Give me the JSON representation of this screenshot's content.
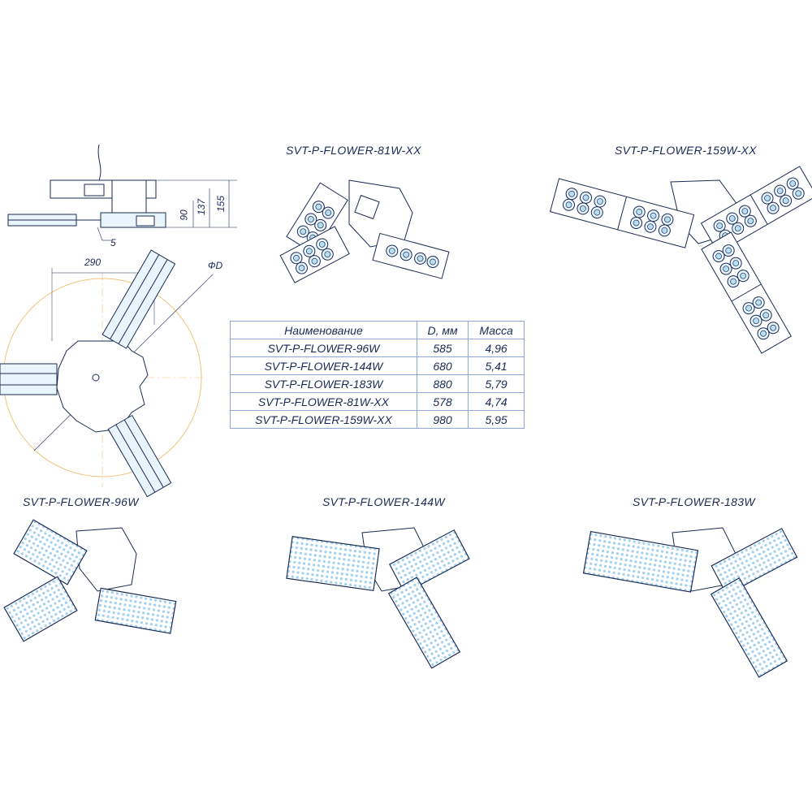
{
  "titles": {
    "m81": "SVT-P-FLOWER-81W-XX",
    "m159": "SVT-P-FLOWER-159W-XX",
    "m96": "SVT-P-FLOWER-96W",
    "m144": "SVT-P-FLOWER-144W",
    "m183": "SVT-P-FLOWER-183W"
  },
  "dimensions": {
    "d90": "90",
    "d137": "137",
    "d155": "155",
    "d5": "5",
    "d290": "290",
    "diameter": "ФD"
  },
  "table": {
    "headers": [
      "Наименование",
      "D, мм",
      "Масса"
    ],
    "rows": [
      [
        "SVT-P-FLOWER-96W",
        "585",
        "4,96"
      ],
      [
        "SVT-P-FLOWER-144W",
        "680",
        "5,41"
      ],
      [
        "SVT-P-FLOWER-183W",
        "880",
        "5,79"
      ],
      [
        "SVT-P-FLOWER-81W-XX",
        "578",
        "4,74"
      ],
      [
        "SVT-P-FLOWER-159W-XX",
        "980",
        "5,95"
      ]
    ]
  },
  "colors": {
    "line": "#1a2a55",
    "led": "#9fd0f0",
    "circle": "#f2c27a",
    "table_border": "#8fa6d4"
  }
}
